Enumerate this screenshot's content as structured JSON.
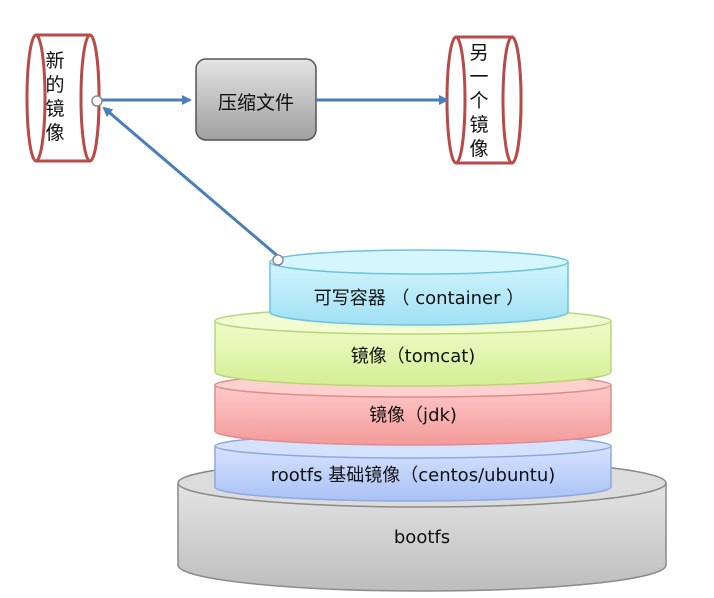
{
  "diagram": {
    "new_image_chars": [
      "新",
      "的",
      "镜",
      "像"
    ],
    "compress_label": "压缩文件",
    "other_image_chars": [
      "另",
      "一",
      "个",
      "镜",
      "像"
    ],
    "layers": {
      "container": "可写容器 （ container ）",
      "tomcat": "镜像（tomcat)",
      "jdk": "镜像（jdk)",
      "rootfs": "rootfs 基础镜像（centos/ubuntu)",
      "bootfs": "bootfs"
    },
    "colors": {
      "cylinder_stroke": "#b84a4a",
      "arrow": "#4a7ebb",
      "container_fill": "#bfeefb",
      "tomcat_fill": "#e6f7b3",
      "jdk_fill": "#ffbcbc",
      "rootfs_fill": "#c8d9ff",
      "bootfs_fill": "#d6d6d6",
      "compress_fill": "#c9c9c9"
    }
  }
}
